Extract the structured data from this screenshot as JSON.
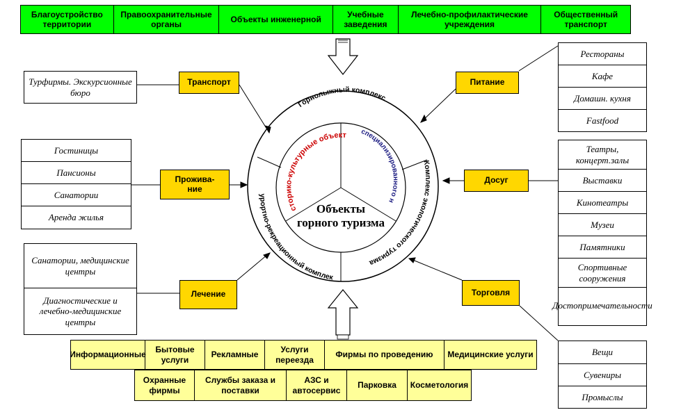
{
  "top_row": [
    "Благоустройство территории",
    "Правоохранительные органы",
    "Объекты инженерной",
    "Учебные заведения",
    "Лечебно-профилактические учреждения",
    "Общественный транспорт"
  ],
  "categories": {
    "transport": "Транспорт",
    "food": "Питание",
    "accommodation": "Прожива-\nние",
    "leisure": "Досуг",
    "treatment": "Лечение",
    "trade": "Торговля"
  },
  "lists": {
    "transport": [
      "Турфирмы. Экскурсионные бюро"
    ],
    "food": [
      "Рестораны",
      "Кафе",
      "Домашн. кухня",
      "Fastfood"
    ],
    "accommodation": [
      "Гостиницы",
      "Пансионы",
      "Санатории",
      "Аренда жилья"
    ],
    "leisure": [
      "Театры, концерт.залы",
      "Выставки",
      "Кинотеатры",
      "Музеи",
      "Памятники",
      "Спортивные сооружения",
      "Достопримечательности"
    ],
    "treatment": [
      "Санатории, медицинские центры",
      "Диагностические и лечебно-медицинские центры"
    ],
    "trade": [
      "Вещи",
      "Сувениры",
      "Промыслы"
    ]
  },
  "bottom_row1": [
    "Информационные",
    "Бытовые услуги",
    "Рекламные",
    "Услуги переезда",
    "Фирмы по проведению",
    "Медицинские услуги"
  ],
  "bottom_row2": [
    "Охранные фирмы",
    "Службы заказа и поставки",
    "АЗС и автосервис",
    "Парковка",
    "Косметология"
  ],
  "chart_data": {
    "type": "diagram",
    "center": "Объекты горного туризма",
    "inner_left": "Историко-культурные объекты",
    "inner_right": "Объекты специализированного назначения",
    "ring_top": "Горнолыжный комплекс",
    "ring_right": "Комплекс экологического туризма",
    "ring_left": "Курортно-рекреационный комплекс"
  },
  "colors": {
    "green": "#00ff00",
    "gold": "#ffd700",
    "light_yellow": "#ffff99",
    "red_text": "#cc0000",
    "navy_text": "#1a1a80"
  }
}
